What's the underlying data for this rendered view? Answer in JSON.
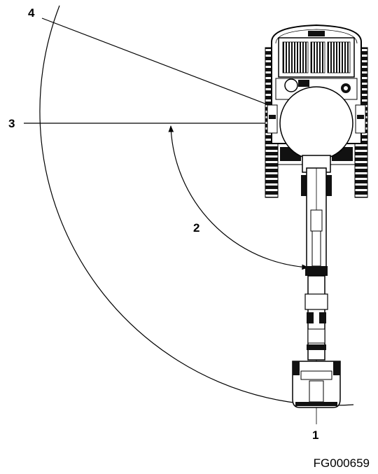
{
  "callouts": {
    "c1": "1",
    "c2": "2",
    "c3": "3",
    "c4": "4"
  },
  "figure_id": "FG000659"
}
